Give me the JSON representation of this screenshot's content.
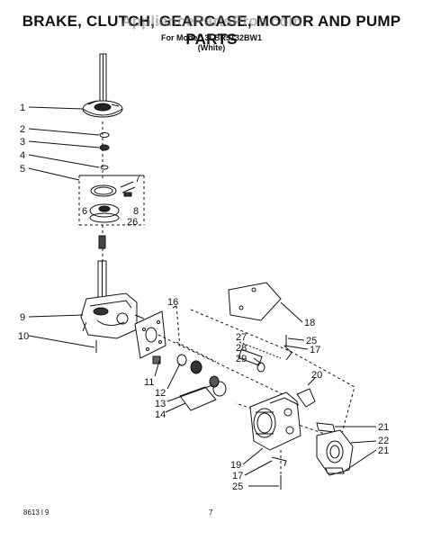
{
  "header": {
    "title": "BRAKE, CLUTCH, GEARCASE, MOTOR AND PUMP PARTS",
    "watermark": "AppliancePartsPros.com",
    "model_line": "For Model: 3LBR5132BW1",
    "color_line": "(White)"
  },
  "footer": {
    "code": "8613 l 9",
    "page": "7"
  },
  "callouts": {
    "c1": "1",
    "c2": "2",
    "c3": "3",
    "c4": "4",
    "c5": "5",
    "c6": "6",
    "c7": "7",
    "c8": "8",
    "c26": "26",
    "c9": "9",
    "c10": "10",
    "c11": "11",
    "c12": "12",
    "c13": "13",
    "c14": "14",
    "c16": "16",
    "c18": "18",
    "c27": "27",
    "c25a": "25",
    "c28": "28",
    "c17a": "17",
    "c29": "29",
    "c20": "20",
    "c21a": "21",
    "c22": "22",
    "c21b": "21",
    "c19": "19",
    "c17b": "17",
    "c25b": "25"
  },
  "colors": {
    "ink": "#111111",
    "paper": "#ffffff",
    "watermark": "#8a8a8a"
  }
}
